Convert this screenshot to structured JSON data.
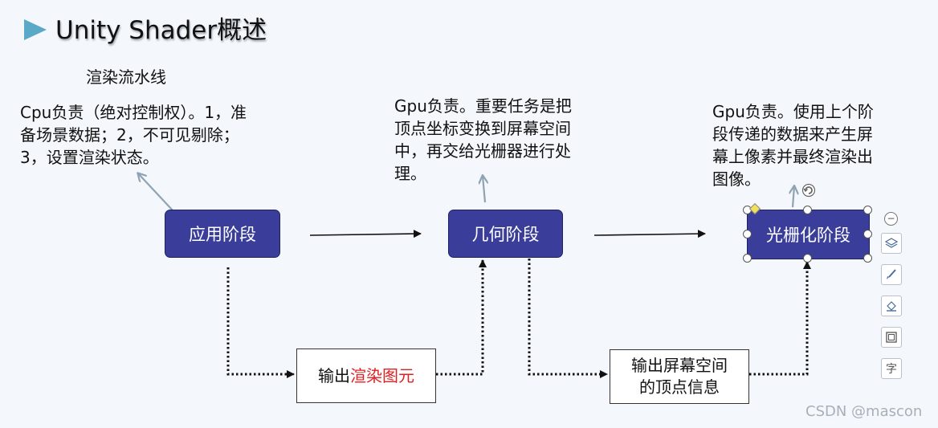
{
  "title": "Unity Shader概述",
  "subtitle": "渲染流水线",
  "notes": {
    "app": "Cpu负责（绝对控制权）。1，准备场景数据；2，不可见剔除；3，设置渲染状态。",
    "geometry": "Gpu负责。重要任务是把顶点坐标变换到屏幕空间中，再交给光栅器进行处理。",
    "raster": "Gpu负责。使用上个阶段传递的数据来产生屏幕上像素并最终渲染出图像。"
  },
  "stages": {
    "application": "应用阶段",
    "geometry": "几何阶段",
    "rasterization": "光栅化阶段"
  },
  "outputs": {
    "primitives_prefix": "输出",
    "primitives_highlight": "渲染图元",
    "screen_vertices_line1": "输出屏幕空间",
    "screen_vertices_line2": "的顶点信息"
  },
  "toolbar": {
    "collapse": "−",
    "text_tool": "字"
  },
  "watermark": "CSDN @mascon",
  "colors": {
    "stage_fill": "#3a3e9a",
    "highlight_text": "#e02020",
    "title_marker": "#5aa9c7",
    "callout_arrow": "#8fa3b3"
  }
}
